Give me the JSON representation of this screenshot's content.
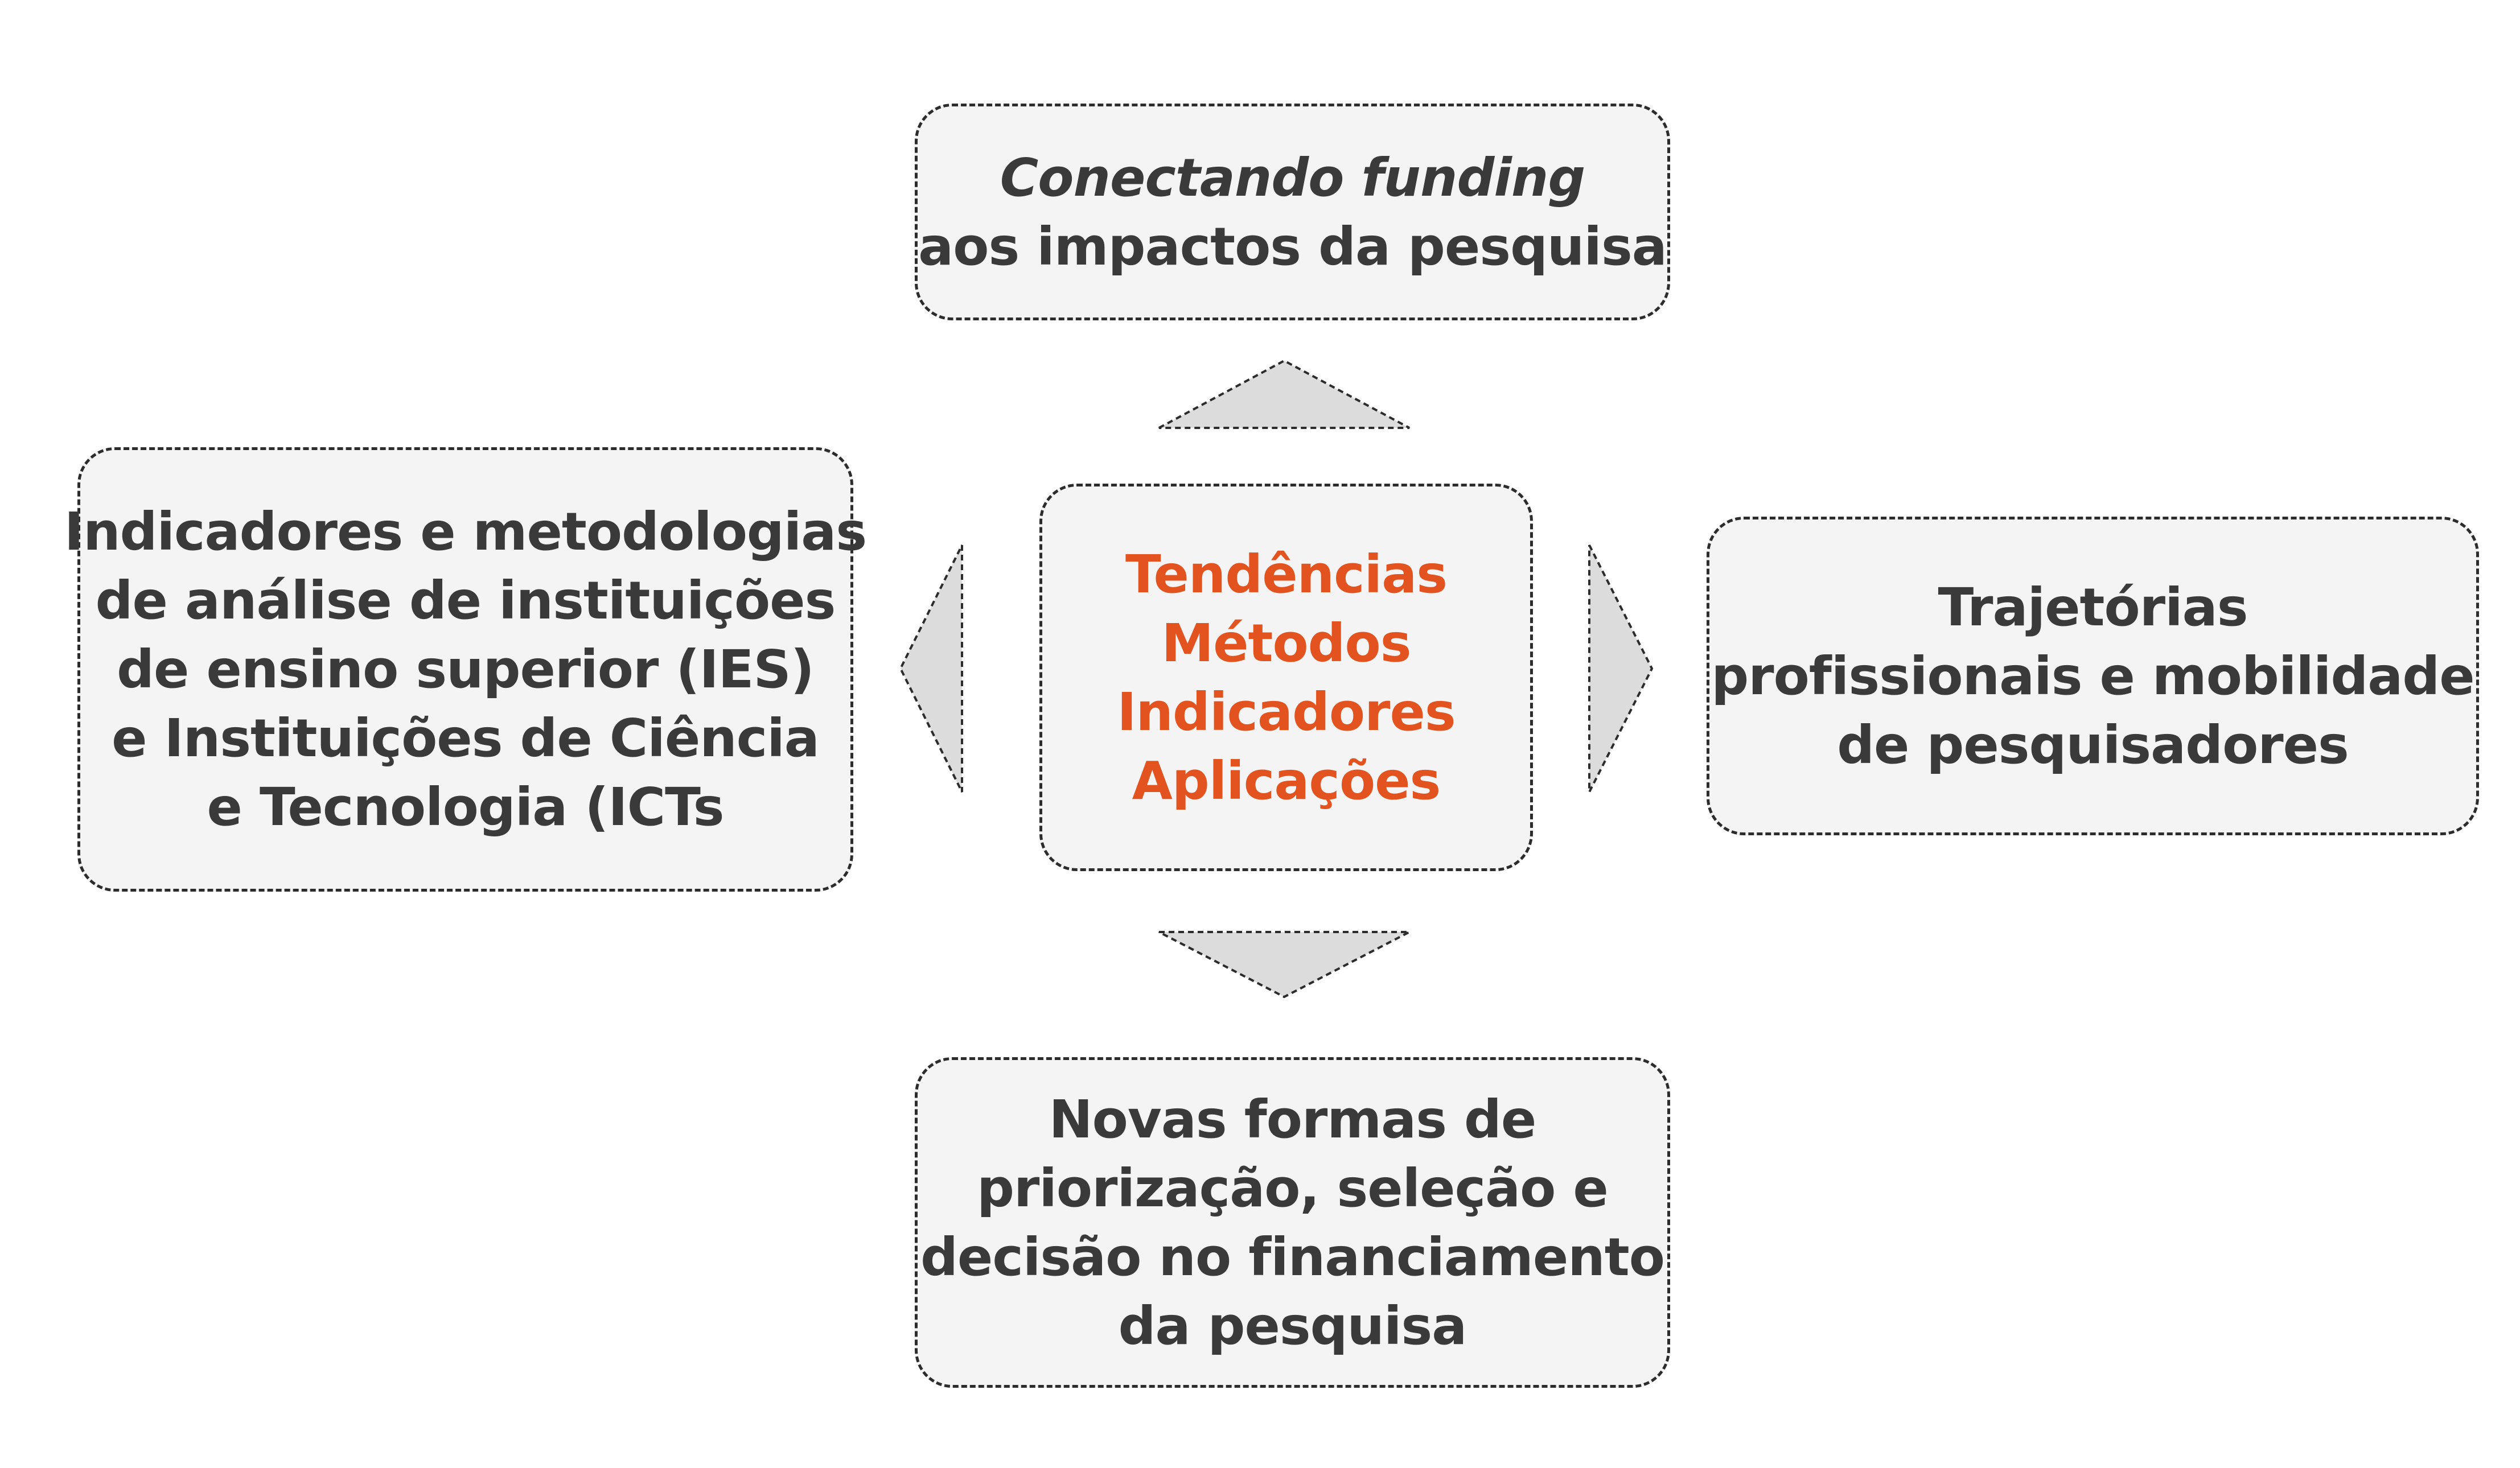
{
  "diagram": {
    "center": {
      "lines": [
        "Tendências",
        "Métodos",
        "Indicadores",
        "Aplicações"
      ],
      "color": "#e2531f"
    },
    "top": {
      "line_italic": "Conectando funding",
      "line2": "aos impactos da pesquisa"
    },
    "left": {
      "lines": [
        "Indicadores e metodologias",
        "de análise de instituições",
        "de ensino superior (IES)",
        "e Instituições de Ciência",
        "e Tecnologia (ICTs"
      ]
    },
    "right": {
      "lines": [
        "Trajetórias",
        "profissionais e mobilidade",
        "de pesquisadores"
      ]
    },
    "bottom": {
      "lines": [
        "Novas formas de",
        "priorização, seleção e",
        "decisão no financiamento",
        "da pesquisa"
      ]
    },
    "colors": {
      "box_fill": "#f4f4f4",
      "box_border": "#2c2c2c",
      "text": "#3a3a3a",
      "arrow_fill": "#dcdcdc"
    }
  }
}
